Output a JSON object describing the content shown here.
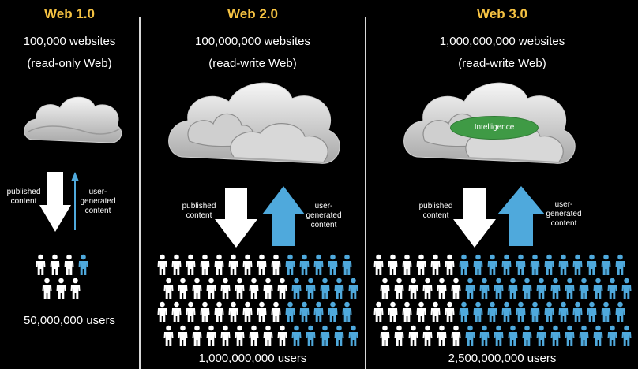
{
  "colors": {
    "title": "#f5c242",
    "white_person": "#ffffff",
    "blue_person": "#4fa9dc",
    "arrow_down": "#ffffff",
    "arrow_up": "#4fa9dc",
    "intelligence": "#3f9a45"
  },
  "columns": [
    {
      "title": "Web 1.0",
      "websites": "100,000 websites",
      "mode": "(read-only Web)",
      "published_label": "published\ncontent",
      "generated_label": "user-\ngenerated\ncontent",
      "users": "50,000,000 users",
      "people_rows": [
        {
          "white": 3,
          "blue": 1
        },
        {
          "white": 3,
          "blue": 0
        }
      ]
    },
    {
      "title": "Web 2.0",
      "websites": "100,000,000 websites",
      "mode": "(read-write Web)",
      "published_label": "published\ncontent",
      "generated_label": "user-\ngenerated\ncontent",
      "users": "1,000,000,000 users",
      "people_rows": [
        {
          "white": 9,
          "blue": 5
        },
        {
          "white": 9,
          "blue": 5
        },
        {
          "white": 9,
          "blue": 5
        },
        {
          "white": 9,
          "blue": 5
        }
      ]
    },
    {
      "title": "Web 3.0",
      "websites": "1,000,000,000 websites",
      "mode": "(read-write Web)",
      "intelligence": "Intelligence",
      "published_label": "published\ncontent",
      "generated_label": "user-\ngenerated\ncontent",
      "users": "2,500,000,000 users",
      "people_rows": [
        {
          "white": 6,
          "blue": 12
        },
        {
          "white": 6,
          "blue": 12
        },
        {
          "white": 6,
          "blue": 12
        },
        {
          "white": 6,
          "blue": 12
        }
      ]
    }
  ]
}
